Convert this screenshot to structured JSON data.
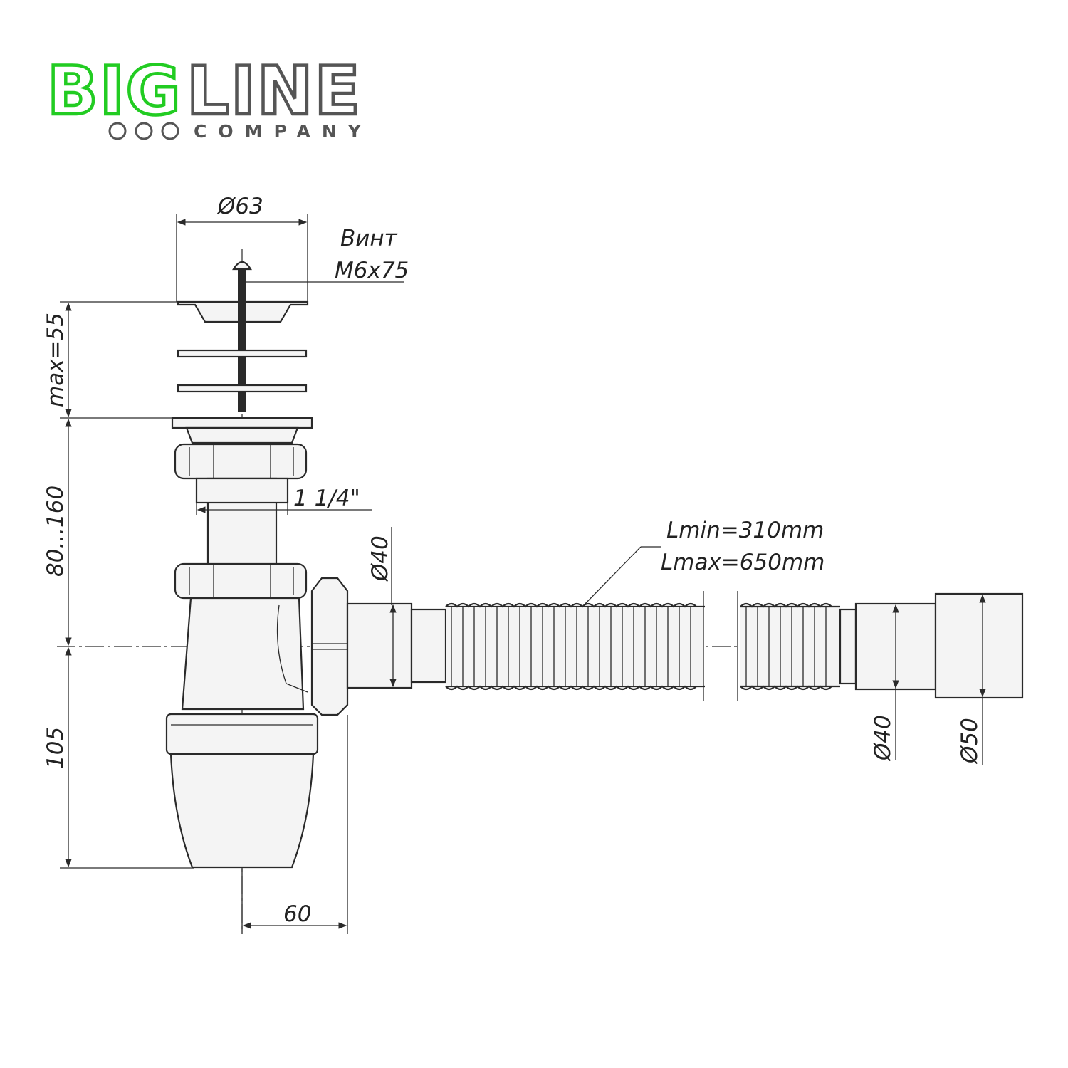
{
  "logo": {
    "brand_part1": "BIG",
    "brand_part2": "LINE",
    "company": "COMPANY",
    "colors": {
      "brand_green": "#22cc22",
      "brand_grey": "#555555"
    }
  },
  "dimensions": {
    "top_diameter": "Ø63",
    "screw_label": "Винт",
    "screw_spec": "M6x75",
    "max_height": "max=55",
    "adjust_height": "80...160",
    "thread": "1 1/4\"",
    "outlet_diameter": "Ø40",
    "hose_lmin": "Lmin=310mm",
    "hose_lmax": "Lmax=650mm",
    "end_diameter_40": "Ø40",
    "end_diameter_50": "Ø50",
    "bottom_height": "105",
    "offset_width": "60"
  },
  "colors": {
    "line": "#2a2a2a",
    "fill": "#f4f4f4"
  }
}
